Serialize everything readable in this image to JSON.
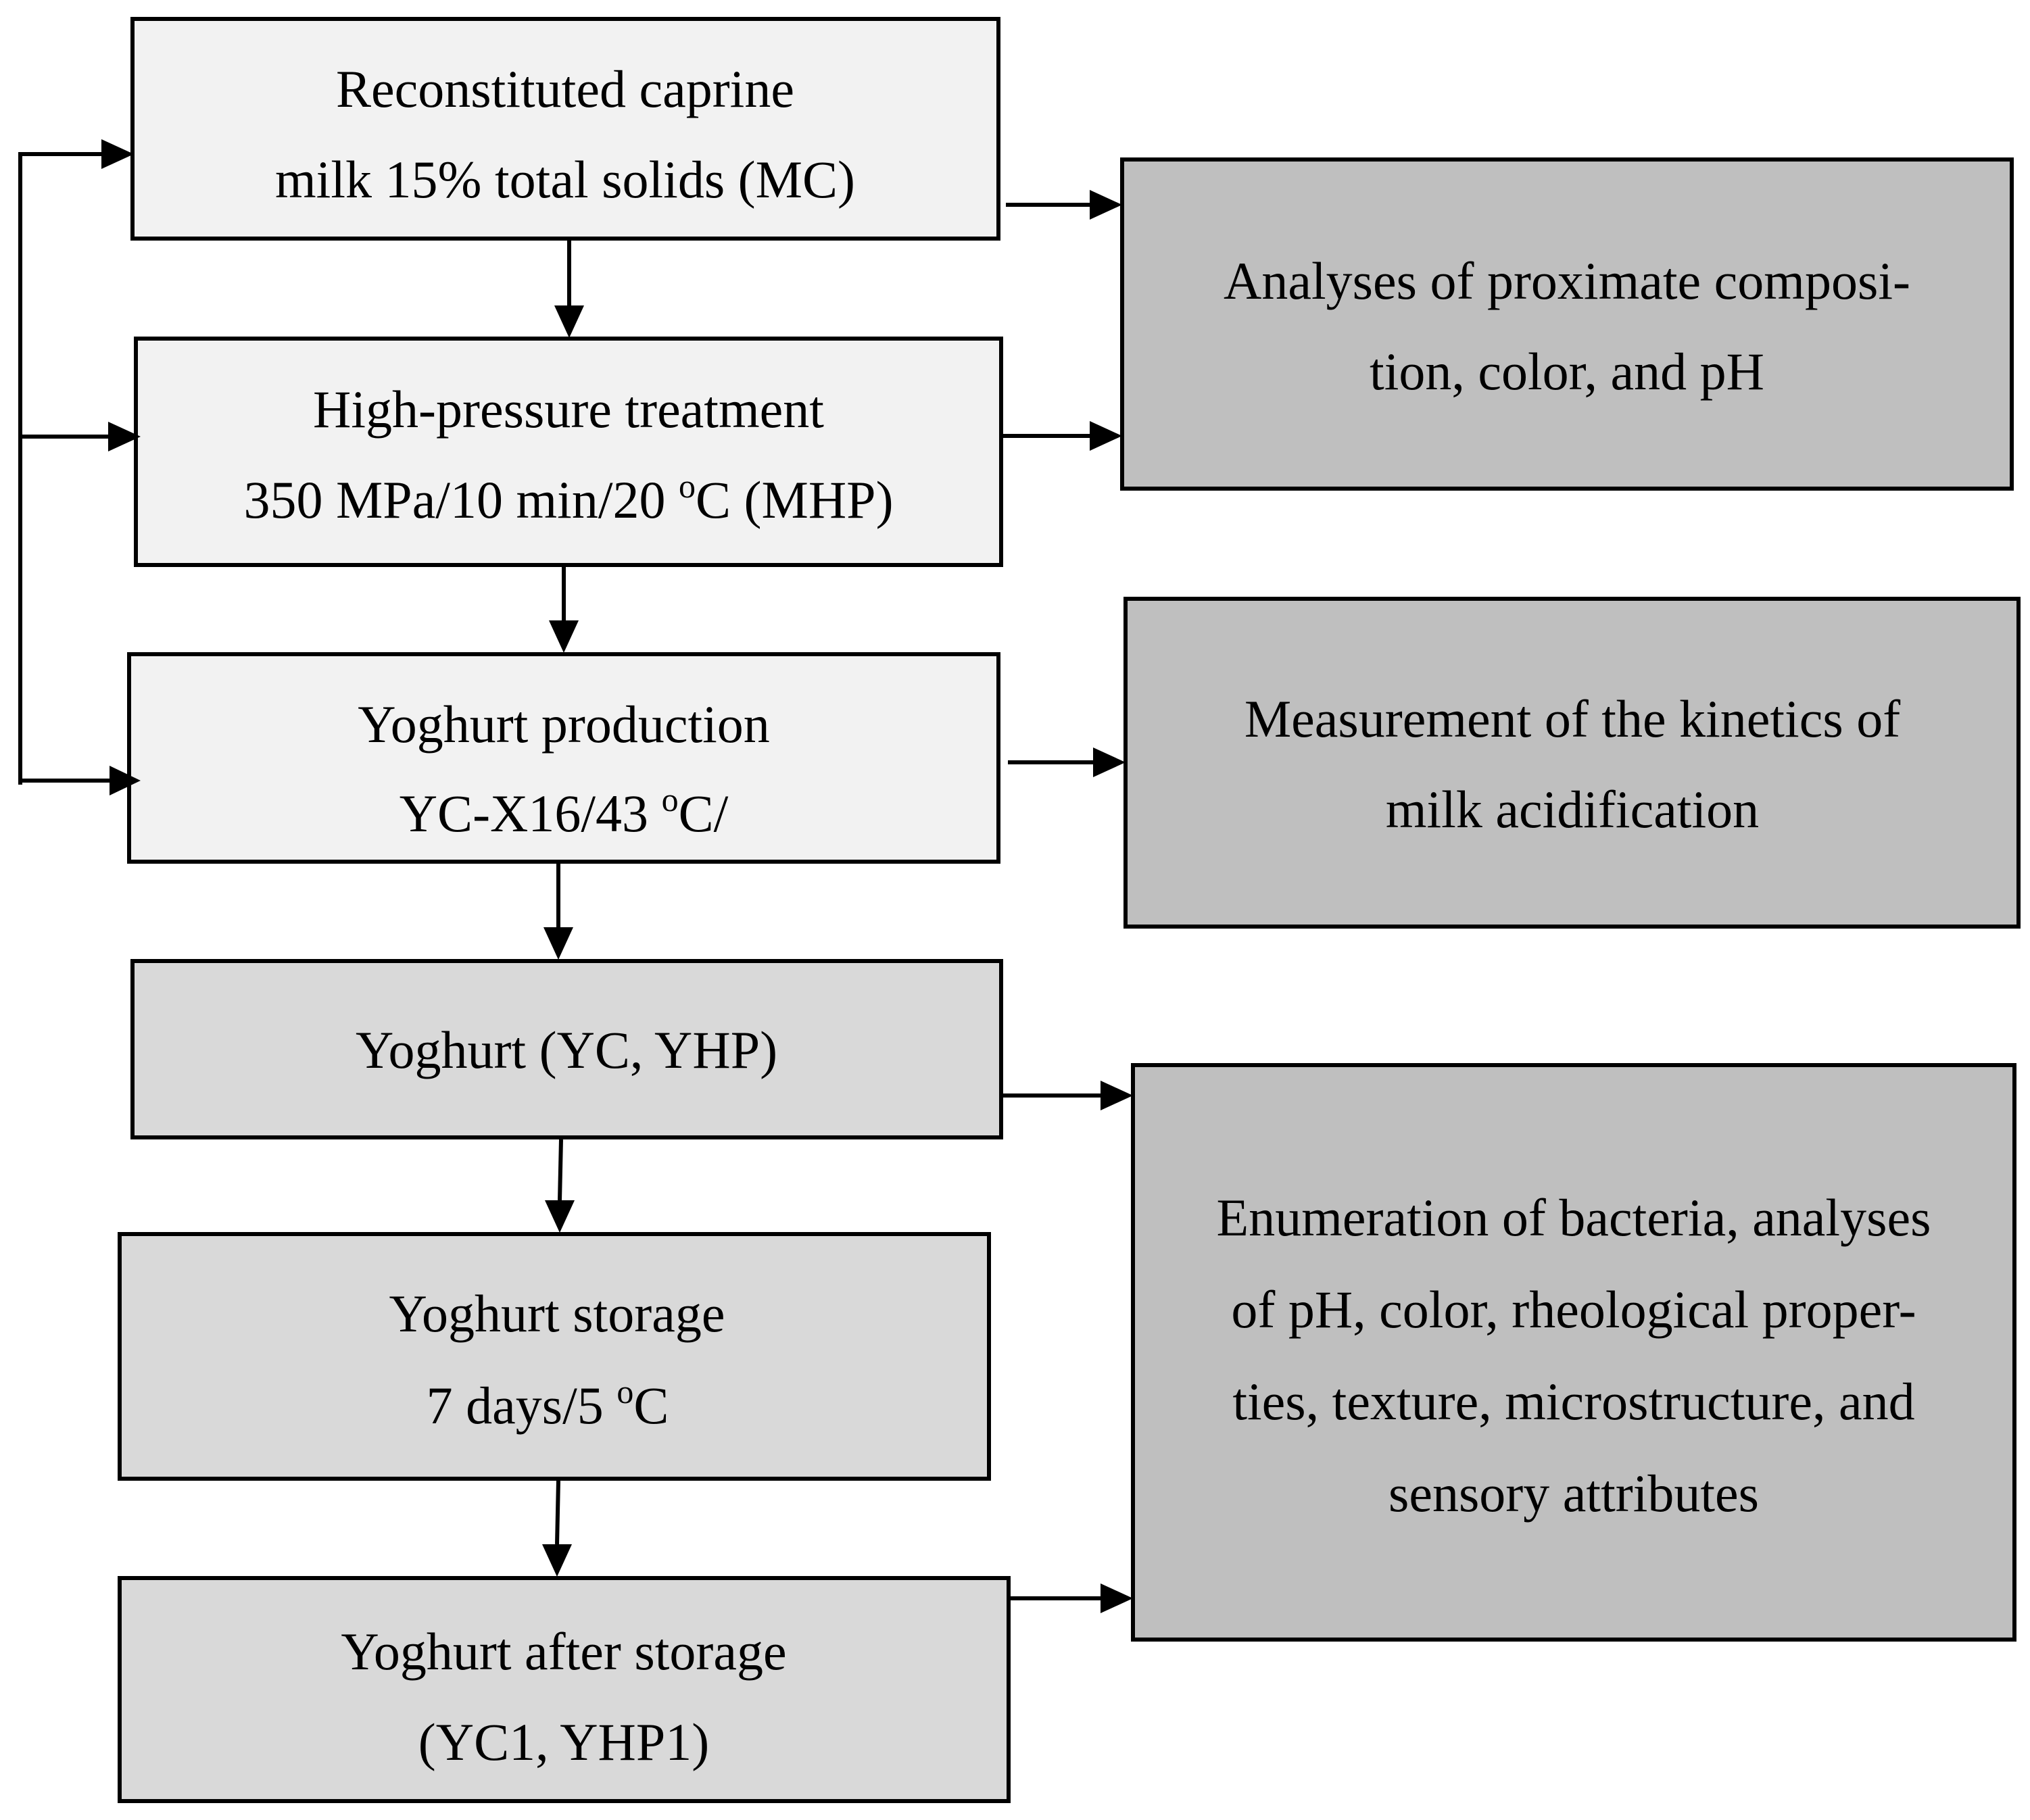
{
  "colors": {
    "process_box_fill": "#f2f2f2",
    "product_box_fill": "#d9d9d9",
    "analysis_box_fill": "#bfbfbf",
    "stroke": "#000000",
    "text": "#000000"
  },
  "process_steps": [
    {
      "line1": "Reconstituted caprine",
      "line2": "milk 15% total solids (MC)"
    },
    {
      "line1": "High-pressure treatment",
      "line2_pre": "350 MPa/10 min/20 ",
      "line2_sup": "o",
      "line2_post": "C (MHP)"
    },
    {
      "line1": "Yoghurt production",
      "line2_pre": "YC-X16/43 ",
      "line2_sup": "o",
      "line2_post": "C/"
    }
  ],
  "products": [
    {
      "line1": "Yoghurt (YC, YHP)"
    },
    {
      "line1": "Yoghurt storage",
      "line2_pre": "7 days/5 ",
      "line2_sup": "o",
      "line2_post": "C"
    },
    {
      "line1": "Yoghurt after storage",
      "line2": "(YC1, YHP1)"
    }
  ],
  "analyses": [
    {
      "lines": [
        "Analyses of proximate composi-",
        "tion, color, and pH"
      ]
    },
    {
      "lines": [
        "Measurement of the kinetics of",
        "milk acidification"
      ]
    },
    {
      "lines": [
        "Enumeration of bacteria, analyses",
        "of pH, color, rheological proper-",
        "ties, texture, microstructure, and",
        "sensory attributes"
      ]
    }
  ]
}
